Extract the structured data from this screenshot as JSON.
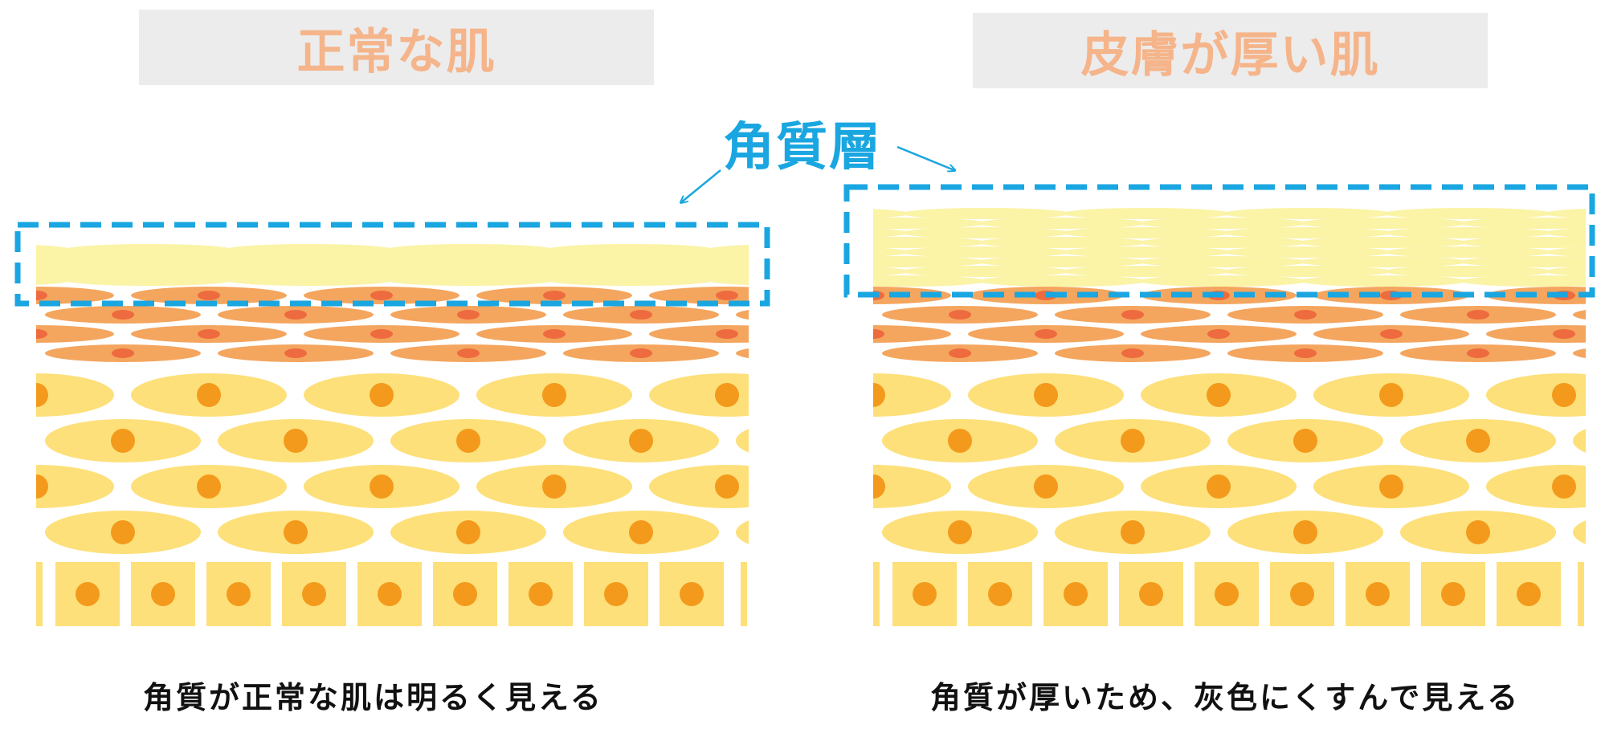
{
  "left_panel": {
    "title": "正常な肌",
    "caption": "角質が正常な肌は明るく見える"
  },
  "right_panel": {
    "title": "皮膚が厚い肌",
    "caption": "角質が厚いため、灰色にくすんで見える"
  },
  "callout_label": "角質層",
  "colors": {
    "title_text": "#f5b48a",
    "title_bg": "#ececec",
    "callout": "#1aa6e0",
    "stratum_corneum": "#fbf3a6",
    "granular_cell": "#f4a55e",
    "granular_nucleus": "#ee6a3f",
    "spinous_cell": "#fde07a",
    "nucleus": "#f39a1c",
    "basal_cell": "#fde07a"
  }
}
